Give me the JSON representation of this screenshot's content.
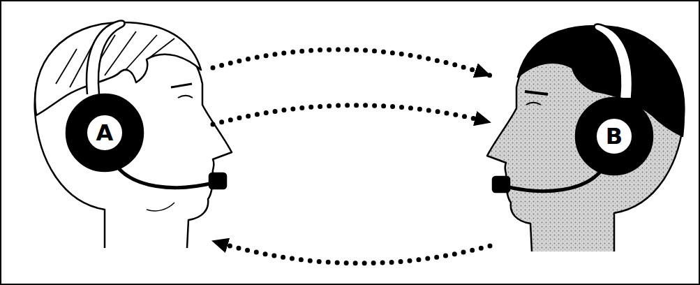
{
  "diagram": {
    "nodes": [
      {
        "text": [
          "A"
        ]
      },
      {
        "text": [
          "B"
        ]
      }
    ],
    "edges": [
      {
        "from": 0,
        "to": 1,
        "arrow": "to"
      },
      {
        "from": 0,
        "to": 1,
        "arrow": "to"
      },
      {
        "from": 1,
        "to": 0,
        "arrow": "to"
      }
    ]
  }
}
